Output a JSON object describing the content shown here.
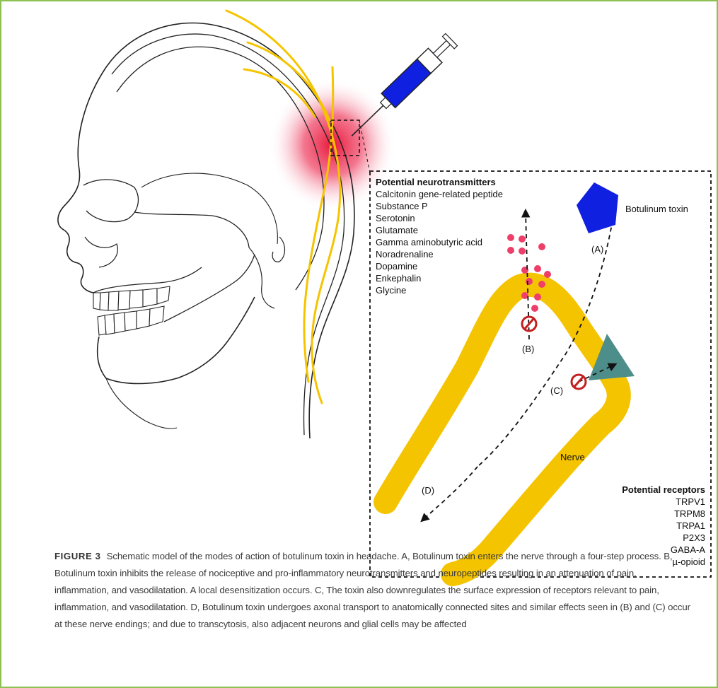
{
  "neurotransmitters": {
    "heading": "Potential neurotransmitters",
    "items": [
      "Calcitonin gene-related peptide",
      "Substance P",
      "Serotonin",
      "Glutamate",
      "Gamma aminobutyric acid",
      "Noradrenaline",
      "Dopamine",
      "Enkephalin",
      "Glycine"
    ]
  },
  "receptors": {
    "heading": "Potential receptors",
    "items": [
      "TRPV1",
      "TRPM8",
      "TRPA1",
      "P2X3",
      "GABA-A",
      "µ-opioid"
    ]
  },
  "labels": {
    "toxin": "Botulinum toxin",
    "nerve": "Nerve",
    "a": "(A)",
    "b": "(B)",
    "c": "(C)",
    "d": "(D)"
  },
  "caption": {
    "label": "FIGURE 3",
    "text": "Schematic model of the modes of action of botulinum toxin in headache. A, Botulinum toxin enters the nerve through a four-step process. B, Botulinum toxin inhibits the release of nociceptive and pro-inflammatory neurotransmitters and neuropeptides resulting in an attenuation of pain, inflammation, and vasodilatation. A local desensitization occurs. C, The toxin also downregulates the surface expression of receptors relevant to pain, inflammation, and vasodilatation. D, Botulinum toxin undergoes axonal transport to anatomically connected sites and similar effects seen in (B) and (C) occur at these nerve endings; and due to transcytosis, also adjacent neurons and glial cells may be affected"
  },
  "colors": {
    "border": "#8cc152",
    "nerve": "#f5c400",
    "pain": "#e8173a",
    "toxin": "#1020e0",
    "receptor": "#4e8e8a",
    "blocker": "#c41e1e",
    "vesicle": "#ee3f6a"
  }
}
